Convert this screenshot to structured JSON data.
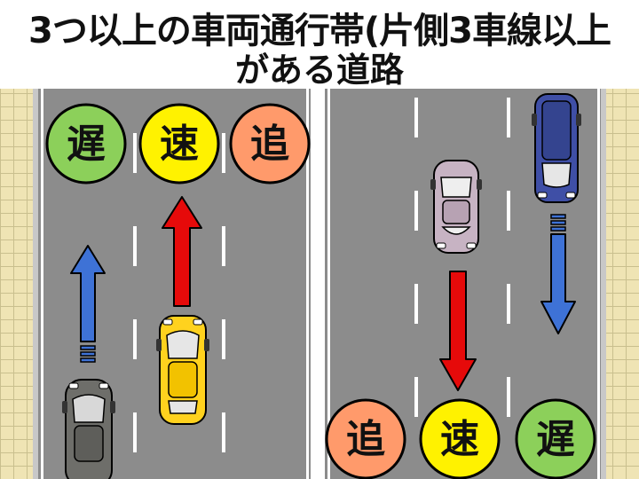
{
  "title": {
    "line1": "3つ以上の車両通行帯(片側3車線以上",
    "line2": "がある道路"
  },
  "left_road": {
    "lane_signs": [
      "遅",
      "速",
      "追"
    ],
    "cars": [
      {
        "name": "black-car",
        "lane": "遅"
      },
      {
        "name": "yellow-car",
        "lane": "速"
      }
    ],
    "arrows": [
      {
        "name": "blue-arrow",
        "color": "#3e72d6",
        "direction": "up"
      },
      {
        "name": "red-arrow",
        "color": "#e60a0a",
        "direction": "up"
      }
    ]
  },
  "right_road": {
    "lane_signs": [
      "追",
      "速",
      "遅"
    ],
    "cars": [
      {
        "name": "pink-car",
        "lane": "速"
      },
      {
        "name": "blue-car",
        "lane": "遅"
      }
    ],
    "arrows": [
      {
        "name": "red-arrow",
        "color": "#e60a0a",
        "direction": "down"
      },
      {
        "name": "blue-arrow",
        "color": "#3e72d6",
        "direction": "down"
      }
    ]
  },
  "colors": {
    "slow": "#8cd05a",
    "normal": "#fff200",
    "passing": "#ff9a6b",
    "road": "#8c8c8c",
    "sidewalk": "#efe4b4"
  }
}
